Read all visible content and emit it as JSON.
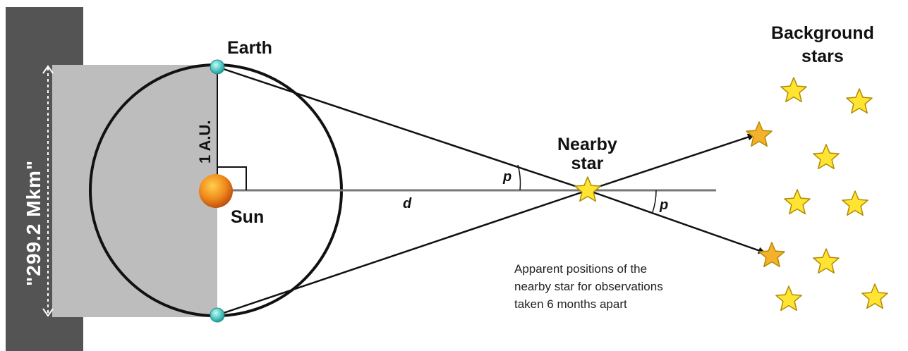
{
  "labels": {
    "earth": "Earth",
    "sun": "Sun",
    "au": "1 A.U.",
    "nearby_star": "Nearby\nstar",
    "background_stars": "Background\nstars",
    "distance": "d",
    "parallax_angle": "p",
    "measurement": "\"299.2 Mkm\"",
    "note": "Apparent positions of the\nnearby star for observations\ntaken 6 months apart"
  },
  "colors": {
    "shade_panel": "#bdbdbd",
    "dark_bar": "#545454",
    "sun": "#e8781a",
    "earth": "#3cc6c0",
    "star_fill": "#ffe531",
    "star_orange": "#f5b12b",
    "star_stroke": "#b08a00",
    "line": "#111111",
    "axis": "#777777"
  },
  "icons": [
    "sun-icon",
    "earth-icon",
    "star-icon",
    "arrow-icon"
  ]
}
